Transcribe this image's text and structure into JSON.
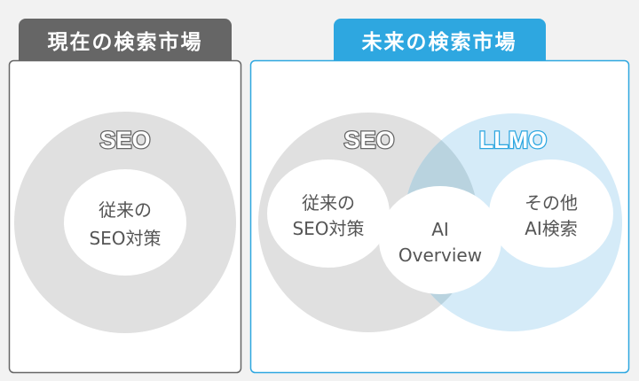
{
  "colors": {
    "background": "#f2f2f2",
    "current_tab": "#666666",
    "future_tab": "#2ea7e0",
    "seo_circle": "#e0e0e0",
    "llmo_circle": "#d5ebf8",
    "overlap": "#b9d3df",
    "text": "#555555"
  },
  "current": {
    "title": "現在の検索市場",
    "circle_label": "SEO",
    "inner": [
      "従来の",
      "SEO対策"
    ]
  },
  "future": {
    "title": "未来の検索市場",
    "seo_label": "SEO",
    "llmo_label": "LLMO",
    "seo_inner": [
      "従来の",
      "SEO対策"
    ],
    "overlap_inner": [
      "AI",
      "Overview"
    ],
    "llmo_inner": [
      "その他",
      "AI検索"
    ]
  }
}
